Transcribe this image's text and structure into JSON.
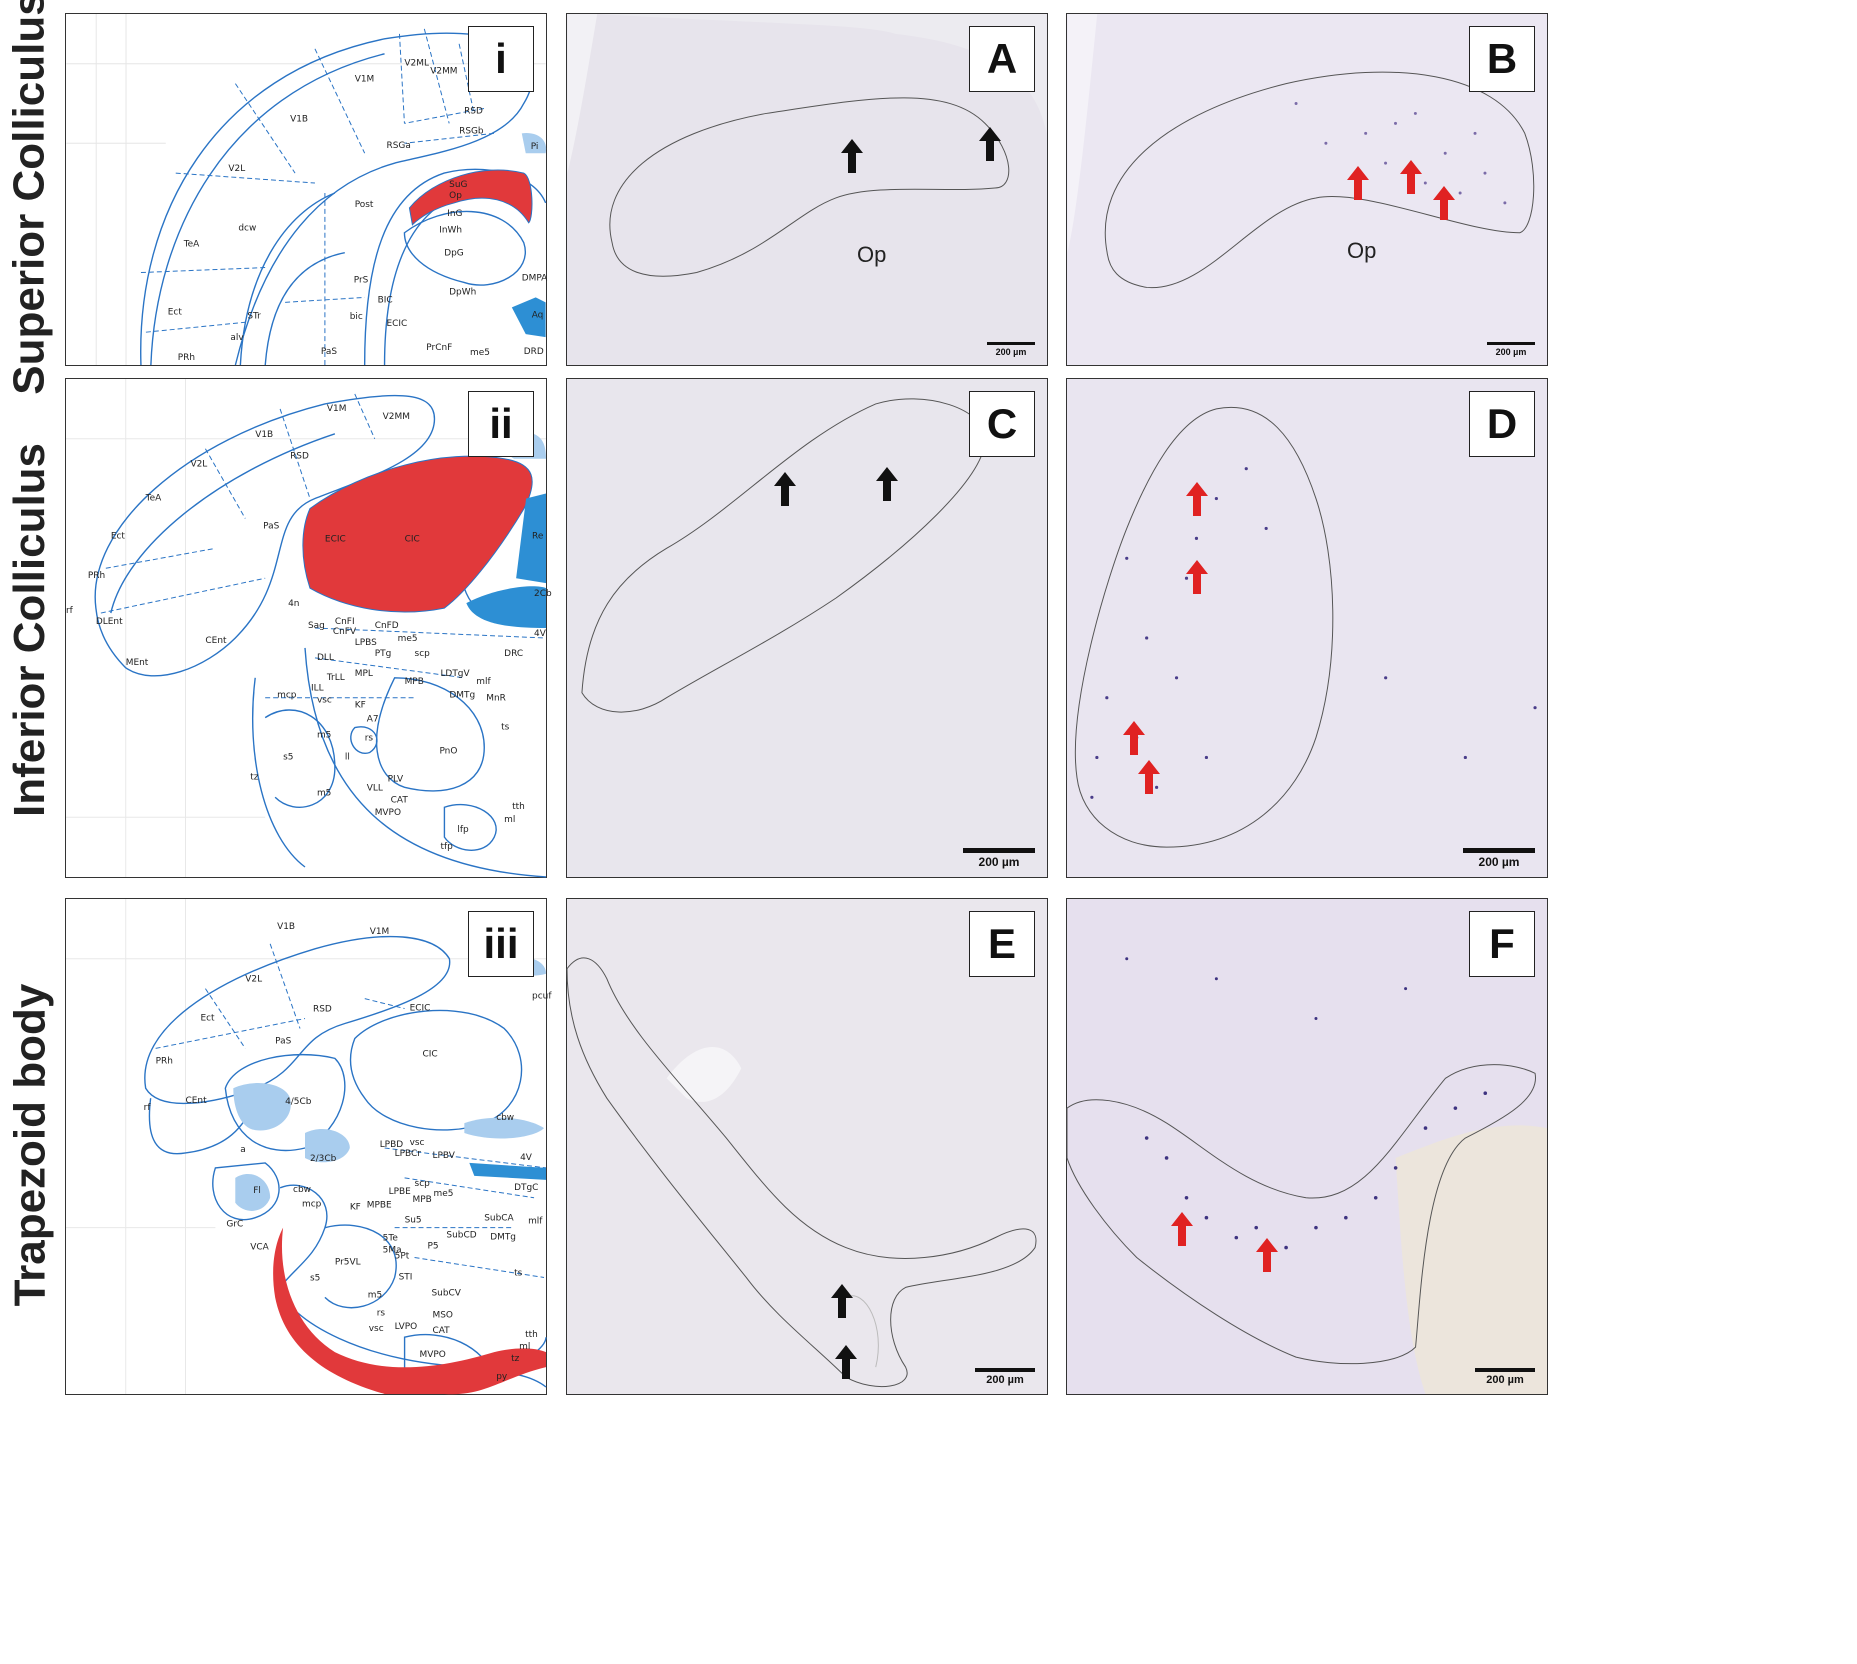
{
  "rows": [
    {
      "label": "Superior Colliculus"
    },
    {
      "label": "Inferior Colliculus"
    },
    {
      "label": "Trapezoid body"
    }
  ],
  "panels": {
    "i": {
      "label": "i"
    },
    "ii": {
      "label": "ii"
    },
    "iii": {
      "label": "iii"
    },
    "A": {
      "label": "A",
      "region": "Op",
      "scale": "200 µm"
    },
    "B": {
      "label": "B",
      "region": "Op",
      "scale": "200 µm"
    },
    "C": {
      "label": "C",
      "scale": "200 µm"
    },
    "D": {
      "label": "D",
      "scale": "200 µm"
    },
    "E": {
      "label": "E",
      "scale": "200 µm"
    },
    "F": {
      "label": "F",
      "scale": "200 µm"
    }
  },
  "atlas": {
    "i": [
      "V1M",
      "V2ML",
      "V2MM",
      "RSD",
      "V1B",
      "RSGb",
      "V2L",
      "RSGa",
      "Pi",
      "SuG",
      "Op",
      "InG",
      "InWh",
      "DpG",
      "dcw",
      "Post",
      "TeA",
      "PrS",
      "BIC",
      "DpWh",
      "DMPA",
      "Ect",
      "STr",
      "bic",
      "ECIC",
      "Aq",
      "alv",
      "PaS",
      "PrCnF",
      "me5",
      "DRD",
      "PRh"
    ],
    "ii": [
      "V1M",
      "V2MM",
      "V1B",
      "V2L",
      "RSD",
      "TeA",
      "Ect",
      "PaS",
      "ECIC",
      "CIC",
      "PRh",
      "rf",
      "DLEnt",
      "CEnt",
      "MEnt",
      "4n",
      "Sag",
      "CnFI",
      "CnFV",
      "CnFD",
      "LPBS",
      "me5",
      "PTg",
      "scp",
      "DLL",
      "MPL",
      "DRC",
      "ILL",
      "TrLL",
      "MPB",
      "LDTgV",
      "mlf",
      "mcp",
      "vsc",
      "KF",
      "DMTg",
      "MnR",
      "A7",
      "rs",
      "m5",
      "ll",
      "PnO",
      "ts",
      "s5",
      "tz",
      "VLL",
      "PLV",
      "CAT",
      "MVPO",
      "tth",
      "ml",
      "lfp",
      "tfp",
      "2Cb",
      "4V",
      "Re"
    ],
    "iii": [
      "V1B",
      "V1M",
      "V2L",
      "RSD",
      "Ect",
      "ECIC",
      "PaS",
      "CIC",
      "PRh",
      "rf",
      "CEnt",
      "4/5Cb",
      "cbw",
      "LPBD",
      "vsc",
      "2/3Cb",
      "LPBCr",
      "LPBV",
      "4V",
      "a",
      "Fl",
      "cbw",
      "mcp",
      "LPBE",
      "scp",
      "MPB",
      "me5",
      "DTgC",
      "GrC",
      "KF",
      "MPBE",
      "Su5",
      "SubCA",
      "mlf",
      "VCA",
      "5Te",
      "5Ma",
      "P5",
      "SubCD",
      "DMTg",
      "s5",
      "Pr5VL",
      "5Pt",
      "STI",
      "ts",
      "m5",
      "SubCV",
      "rs",
      "MSO",
      "vsc",
      "LVPO",
      "CAT",
      "tth",
      "ml",
      "MVPO",
      "tz",
      "py",
      "pcuf"
    ]
  },
  "colors": {
    "atlas_line": "#2a74c5",
    "atlas_fill": "#a9cdee",
    "atlas_dark": "#2d8fd4",
    "highlight": "#e1393b",
    "black_arrow": "#111111",
    "red_arrow": "#e02222"
  }
}
